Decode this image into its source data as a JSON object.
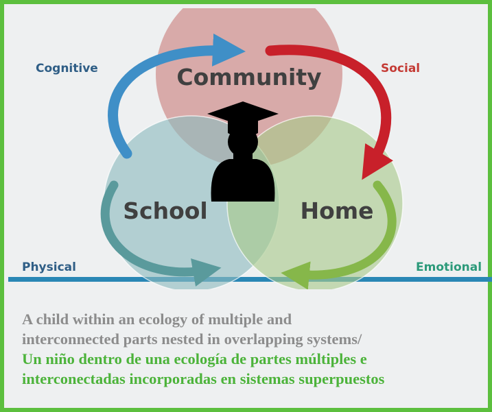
{
  "colors": {
    "frame": "#5cbf3e",
    "background": "#eef0f1",
    "community": "#c97f7d",
    "school": "#8cbcbe",
    "home": "#a8c98a",
    "cognitive_arrow": "#3f8fc7",
    "social_arrow": "#c8202a",
    "physical_arrow": "#5a9a9c",
    "emotional_arrow": "#86b74a",
    "baseline": "#2a87b5",
    "label_text": "#404040",
    "side_label": "#2f5e86",
    "social_label": "#c43b35",
    "emotional_label": "#2c9a7a",
    "caption_english": "#8c8c8c",
    "caption_spanish": "#4cb33a"
  },
  "diagram": {
    "circles": {
      "community": "Community",
      "school": "School",
      "home": "Home"
    },
    "labels": {
      "cognitive": "Cognitive",
      "social": "Social",
      "physical": "Physical",
      "emotional": "Emotional"
    },
    "center_icon": "graduate-person-icon"
  },
  "caption": {
    "english_line1": "A child within an ecology of multiple and",
    "english_line2": "interconnected parts nested in overlapping systems/",
    "spanish_line1": "Un niño dentro de una ecología de partes múltiples e",
    "spanish_line2": "interconectadas incorporadas en sistemas superpuestos"
  }
}
